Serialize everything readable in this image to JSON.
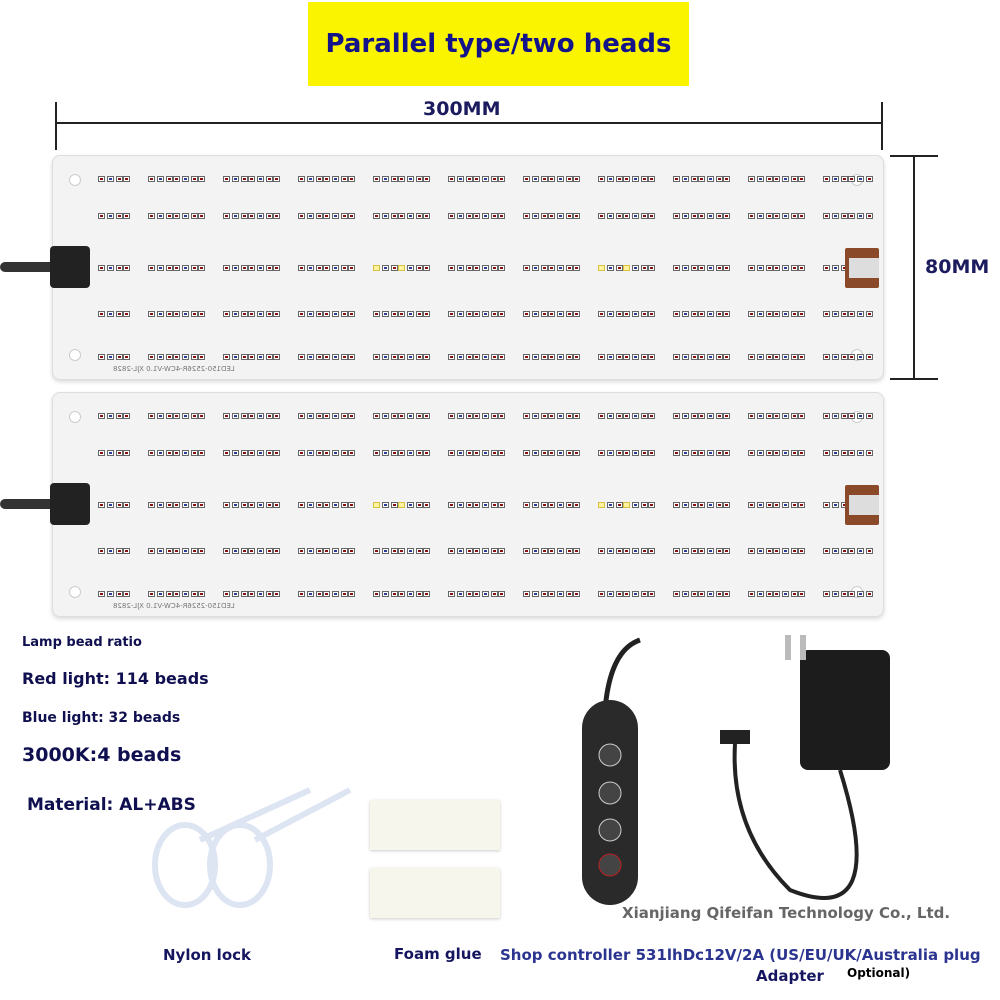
{
  "title": "Parallel type/two heads",
  "dimensions": {
    "width": "300MM",
    "height": "80MM"
  },
  "pcb_marking": "LED150-2526R-4CW-V1.0   XJL-2828",
  "specs": {
    "heading": "Lamp bead ratio",
    "red": "Red light: 114 beads",
    "blue": "Blue light: 32 beads",
    "warm": "3000K:4 beads",
    "material": "Material: AL+ABS"
  },
  "accessories": {
    "nylon": "Nylon lock",
    "foam": "Foam glue",
    "controller": "Shop controller 531lhDc12V/2A (US/EU/UK/Australia plug",
    "adapter": "Adapter",
    "optional": "Optional)"
  },
  "watermark": "Xianjiang Qifeifan Technology Co., Ltd.",
  "colors": {
    "banner": "#fbf400",
    "text": "#13138a"
  }
}
